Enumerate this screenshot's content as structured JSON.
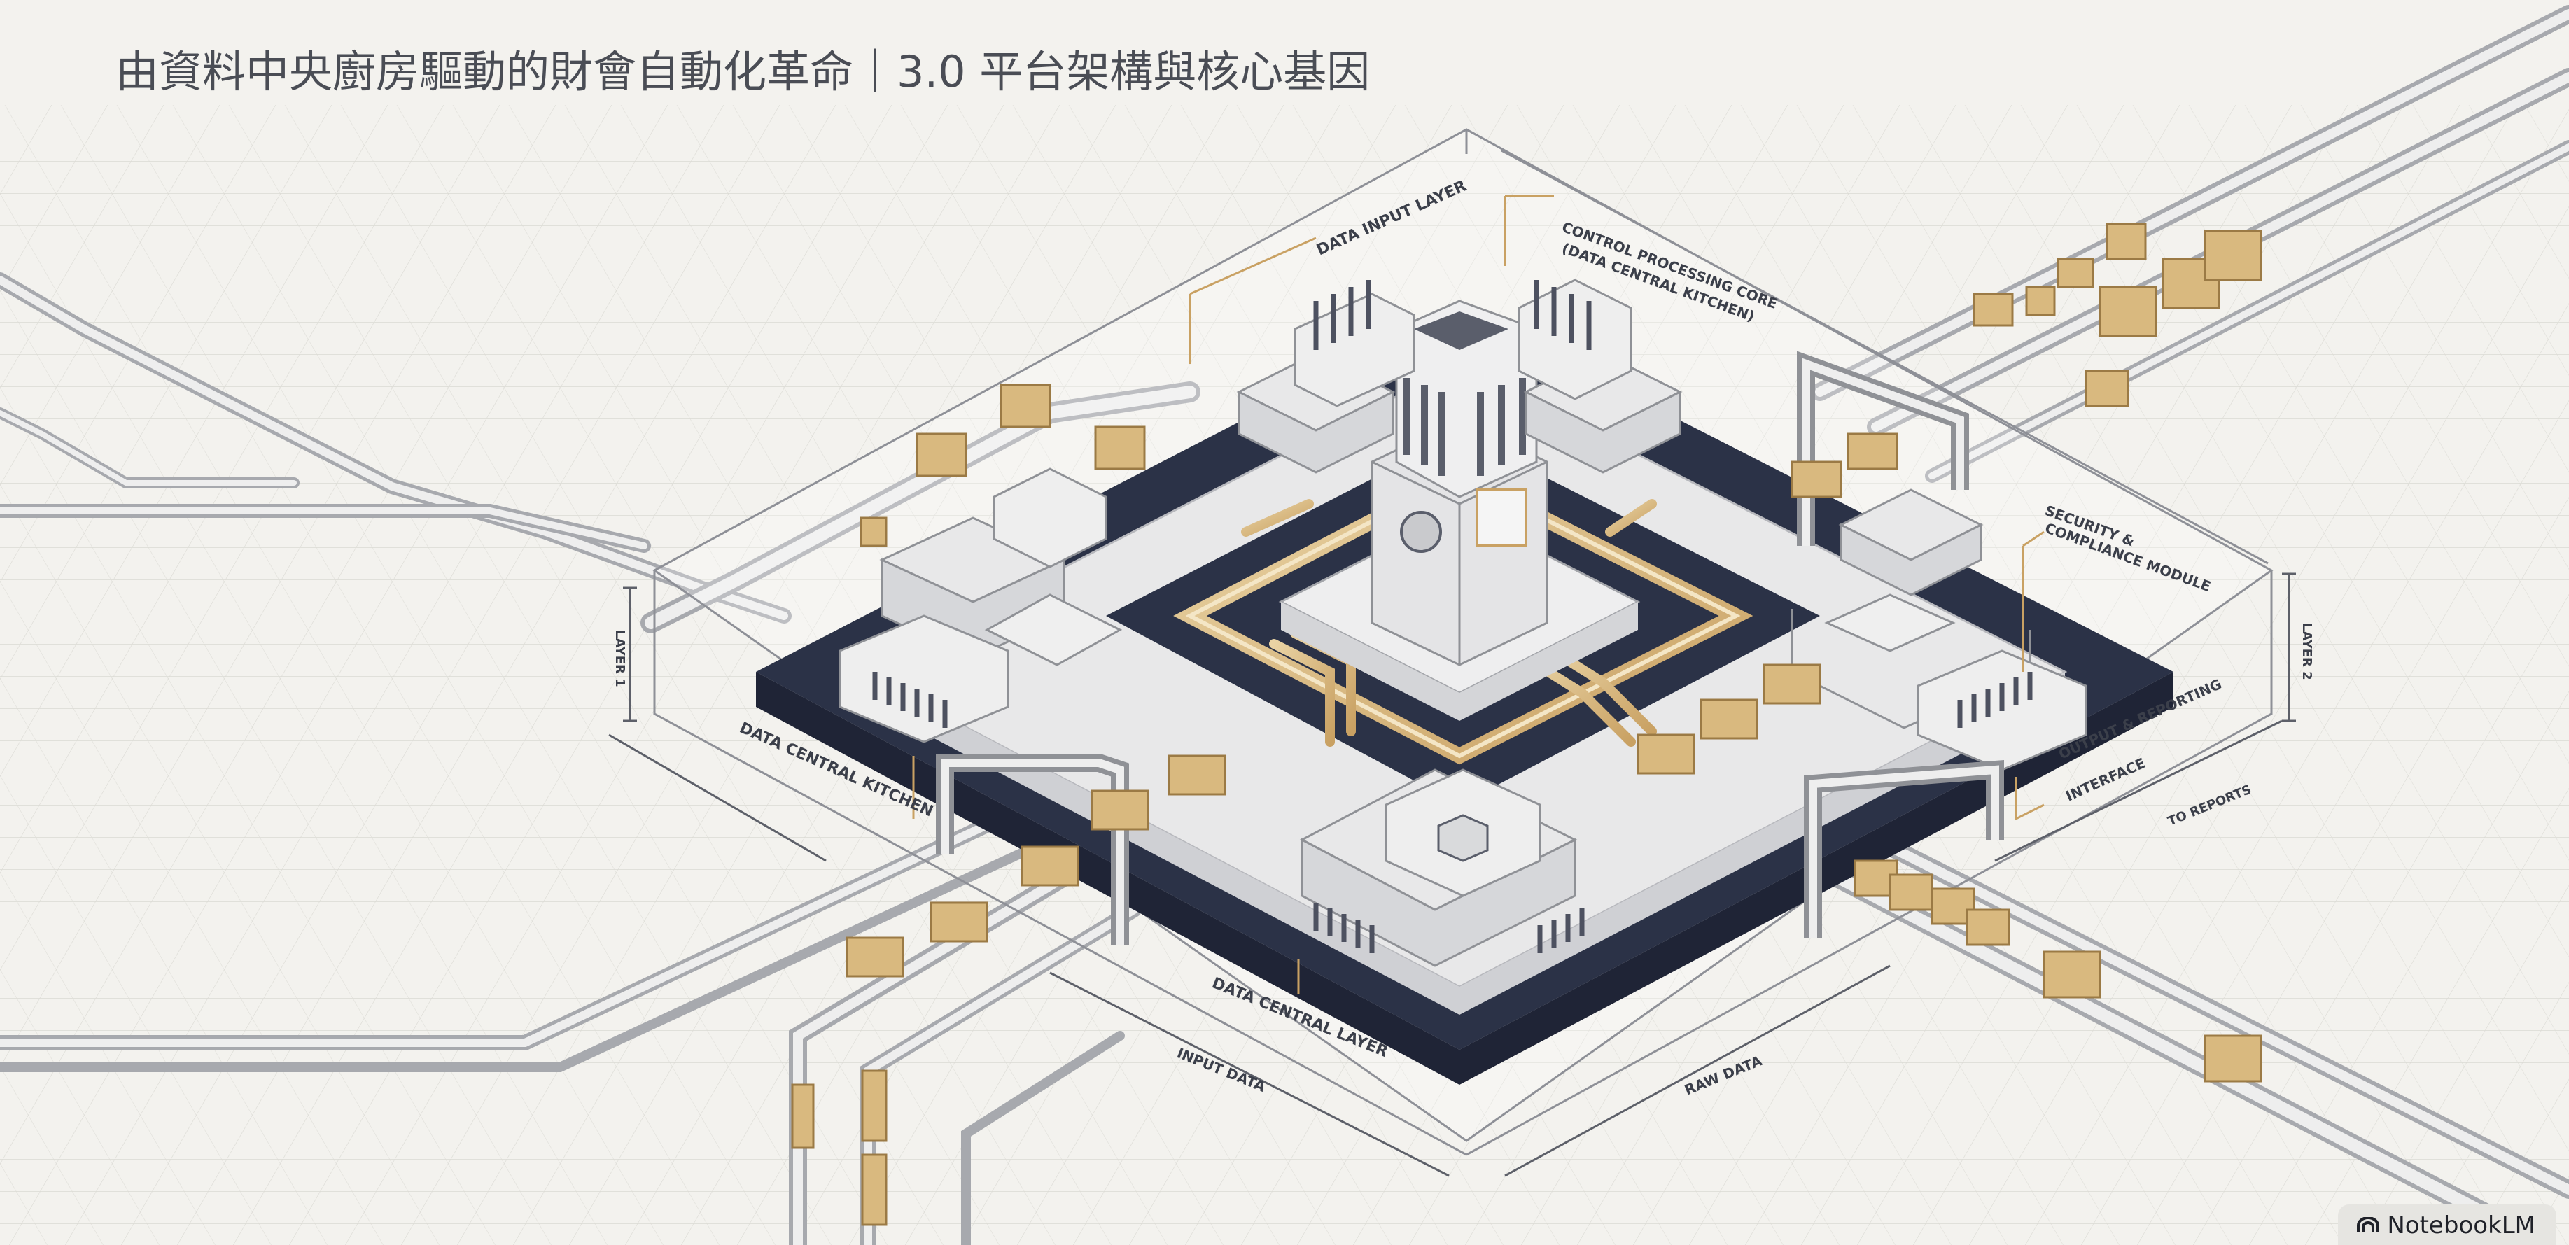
{
  "header": {
    "title": "",
    "subtitle": "由資料中央廚房驅動的財會自動化革命｜3.0 平台架構與核心基因"
  },
  "diagram": {
    "labels": {
      "data_input_layer": "DATA INPUT LAYER",
      "control_processing_core": "CONTROL PROCESSING CORE",
      "control_processing_core_sub": "(DATA CENTRAL KITCHEN)",
      "security_module": "SECURITY &",
      "security_module_sub": "COMPLIANCE MODULE",
      "data_central_kitchen": "DATA CENTRAL KITCHEN",
      "data_central_layer": "DATA CENTRAL LAYER",
      "output_interface": "OUTPUT & REPORTING",
      "output_interface_sub": "INTERFACE",
      "input_data": "INPUT DATA",
      "raw_data": "RAW DATA",
      "left_dim": "LAYER 1",
      "right_dim": "LAYER 2",
      "right_bottom_dim": "TO REPORTS"
    },
    "colors": {
      "background": "#f3f2ee",
      "navy": "#2b3247",
      "gold": "#d7b57a",
      "line": "#9a9ca3",
      "module": "#e9e9ea"
    }
  },
  "badge": {
    "label": "NotebookLM",
    "icon": "notebooklm-icon"
  }
}
